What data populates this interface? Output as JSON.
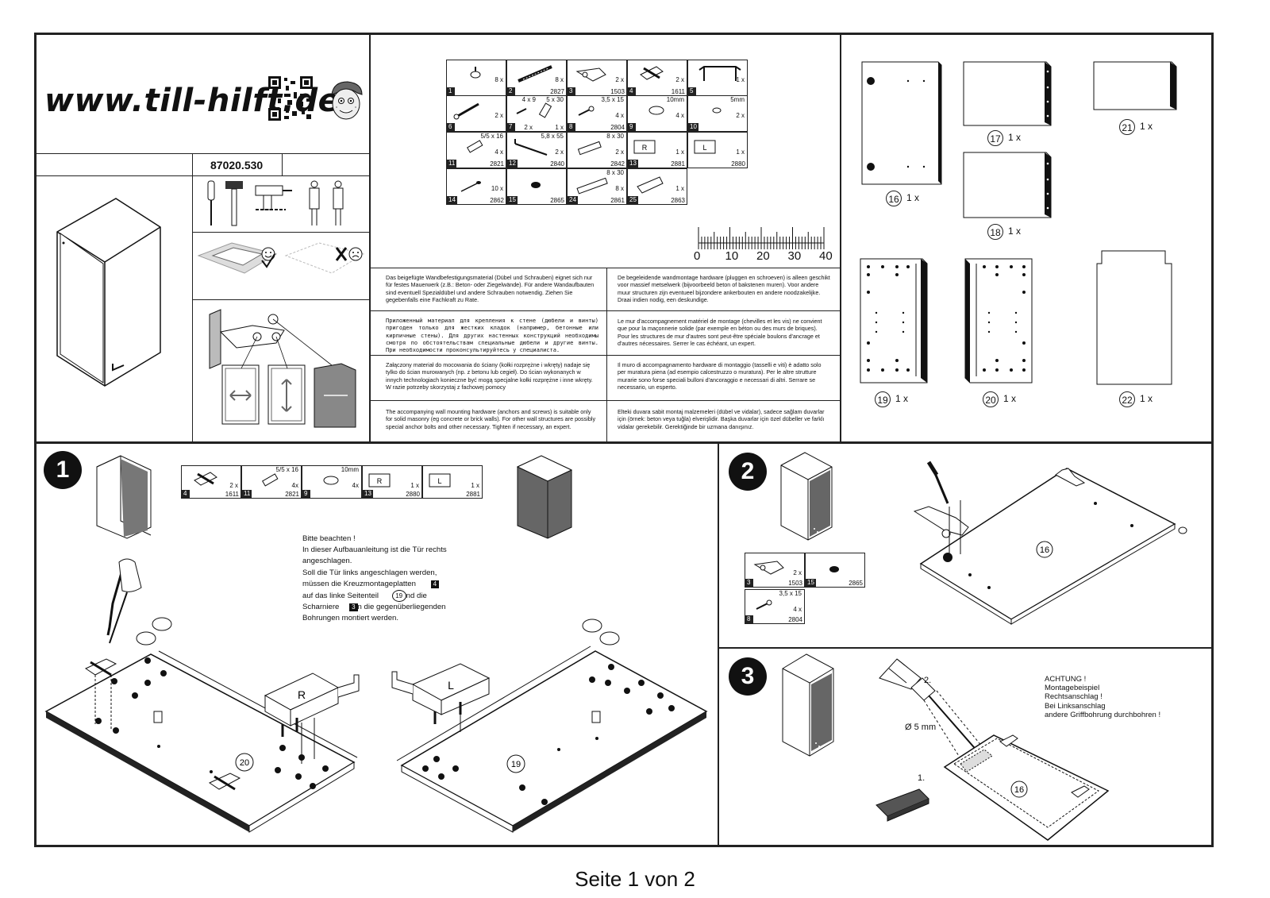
{
  "brand": {
    "url": "www.till-hilft.de"
  },
  "article_number": "87020.530",
  "ruler": {
    "labels": [
      "0",
      "10",
      "20",
      "30",
      "40"
    ]
  },
  "hardware": [
    {
      "num": "1",
      "qty": "8 x",
      "code": "",
      "dim": "",
      "icon": "dowel-cap-icon"
    },
    {
      "num": "2",
      "qty": "8 x",
      "code": "2827",
      "dim": "",
      "icon": "wall-screw-icon"
    },
    {
      "num": "3",
      "qty": "2 x",
      "code": "1503",
      "dim": "",
      "icon": "hinge-icon"
    },
    {
      "num": "4",
      "qty": "2 x",
      "code": "1611",
      "dim": "",
      "icon": "cross-mounting-plate-icon"
    },
    {
      "num": "5",
      "qty": "1 x",
      "code": "",
      "dim": "",
      "icon": "handle-icon"
    },
    {
      "num": "6",
      "qty": "2 x",
      "code": "",
      "dim": "",
      "icon": "long-screw-icon"
    },
    {
      "num": "7",
      "qty": "2 x",
      "qty2": "1 x",
      "code": "",
      "dim": "4 x 9",
      "dim2": "5 x 30",
      "icon": "screw-and-dowel-icon"
    },
    {
      "num": "8",
      "qty": "4 x",
      "code": "2804",
      "dim": "3,5 x 15",
      "icon": "small-screw-icon"
    },
    {
      "num": "9",
      "qty": "4 x",
      "code": "",
      "dim": "10mm",
      "icon": "cap-10mm-icon"
    },
    {
      "num": "10",
      "qty": "2 x",
      "code": "",
      "dim": "5mm",
      "icon": "cap-5mm-icon"
    },
    {
      "num": "11",
      "qty": "4 x",
      "code": "2821",
      "dim": "5/5 x 16",
      "icon": "connector-icon"
    },
    {
      "num": "12",
      "qty": "2 x",
      "code": "2840",
      "dim": "5,8 x 55",
      "icon": "hook-screw-icon"
    },
    {
      "num": "13",
      "qty": "1 x",
      "code": "2881",
      "dim": "",
      "label": "R",
      "icon": "wall-bracket-right-icon"
    },
    {
      "num": "",
      "qty": "1 x",
      "code": "2880",
      "dim": "",
      "label": "L",
      "icon": "wall-bracket-left-icon"
    },
    {
      "num": "14",
      "qty": "10 x",
      "code": "2862",
      "dim": "",
      "icon": "nail-icon"
    },
    {
      "num": "15",
      "qty": "",
      "code": "2865",
      "dim": "",
      "icon": "bumper-icon"
    },
    {
      "num": "24",
      "qty": "8 x",
      "code": "2861",
      "dim": "8 x 30",
      "icon": "wall-plug-icon"
    },
    {
      "num": "25",
      "qty": "1 x",
      "code": "2863",
      "dim": "",
      "icon": "glue-tube-icon"
    },
    {
      "num": "",
      "qty": "2 x",
      "code": "2842",
      "dim": "8 x 30",
      "icon": "anchor-icon"
    }
  ],
  "wall_notes": [
    {
      "lang": "de",
      "text": "Das beigefügte Wandbefestigungsmaterial (Dübel und Schrauben) eignet sich nur für festes Mauerwerk (z.B.: Beton- oder Ziegelwände). Für andere Wandaufbauten sind eventuell Spezialdübel und andere Schrauben notwendig. Ziehen Sie gegebenfalls eine Fachkraft zu Rate."
    },
    {
      "lang": "nl",
      "text": "De begeleidende wandmontage hardware (pluggen en schroeven) is alleen geschikt voor massief metselwerk (bijvoorbeeld beton of bakstenen muren). Voor andere muur structuren zijn eventueel bijzondere ankerbouten en andere noodzakelijke. Draai indien nodig, een deskundige."
    },
    {
      "lang": "ru",
      "text": "Приложенный материал для крепления к стене (дюбели и винты) пригоден только для жестких кладок (например, бетонные или кирпичные стены). Для других настенных конструкций необходимы смотря по обстоятельствам специальные дюбели и другие винты. При необходимости проконсультируйтесь у специалиста."
    },
    {
      "lang": "fr",
      "text": "Le mur d'accompagnement matériel de montage (chevilles et les vis) ne convient que pour la maçonnerie solide (par exemple en béton ou des murs de briques). Pour les structures de mur d'autres sont peut-être spéciale boulons d'ancrage et d'autres nécessaires. Serrer le cas échéant, un expert."
    },
    {
      "lang": "pl",
      "text": "Załączony materiał do mocowania do ściany (kołki rozprężne i wkręty) nadaje się tylko do ścian murowanych (np. z betonu lub cegieł). Do ścian wykonanych w innych technologiach konieczne być mogą specjalne kołki rozprężne i inne wkręty. W razie potrzeby skorzystaj z fachowej pomocy"
    },
    {
      "lang": "it",
      "text": "Il muro di accompagnamento hardware di montaggio (tasselli e viti) è adatto solo per muratura piena (ad esempio calcestruzzo o muratura). Per le altre strutture murarie sono forse speciali bulloni d'ancoraggio e necessari di altri. Serrare se necessario, un esperto."
    },
    {
      "lang": "en",
      "text": "The accompanying wall mounting hardware (anchors and screws) is suitable only for solid masonry (eg concrete or brick walls). For other wall structures are possibly special anchor bolts and other necessary. Tighten if necessary, an expert."
    },
    {
      "lang": "tr",
      "text": "Elteki duvara sabit montaj malzemeleri (dübel ve vidalar), sadece sağlam duvarlar için (örnek: beton veya tuğla) elverişlidir. Başka duvarlar için özel dübeller ve farklı vidalar gerekebilir. Gerektiğinde bir uzmana danışınız."
    }
  ],
  "parts": [
    {
      "id": "16",
      "qty": "1 x"
    },
    {
      "id": "17",
      "qty": "1 x"
    },
    {
      "id": "21",
      "qty": "1 x"
    },
    {
      "id": "18",
      "qty": "1 x"
    },
    {
      "id": "19",
      "qty": "1 x"
    },
    {
      "id": "20",
      "qty": "1 x"
    },
    {
      "id": "22",
      "qty": "1 x"
    }
  ],
  "step1": {
    "number": "1",
    "note_lines": [
      "Bitte beachten !",
      "In dieser Aufbauanleitung ist die Tür rechts",
      "angeschlagen.",
      "Soll  die Tür links angeschlagen werden,",
      "müssen die Kreuzmontageplatten",
      "auf das linke Seitenteil",
      "nd die",
      "Scharniere",
      "n die gegenüberliegenden",
      "Bohrungen montiert werden."
    ],
    "note_refs": [
      "4",
      "19",
      "3"
    ],
    "parts": [
      {
        "num": "4",
        "qty": "2 x",
        "code": "1611",
        "dim": ""
      },
      {
        "num": "11",
        "qty": "4x",
        "code": "2821",
        "dim": "5/5 x 16"
      },
      {
        "num": "9",
        "qty": "4x",
        "code": "",
        "dim": "10mm"
      },
      {
        "num": "13",
        "qty": "1 x",
        "code": "2880",
        "dim": "",
        "label": "R"
      },
      {
        "num": "",
        "qty": "1 x",
        "code": "2881",
        "dim": "",
        "label": "L"
      }
    ],
    "panel_labels": [
      "20",
      "19"
    ],
    "bracket_labels": [
      "R",
      "L"
    ]
  },
  "step2": {
    "number": "2",
    "parts": [
      {
        "num": "3",
        "qty": "2 x",
        "code": "1503",
        "dim": ""
      },
      {
        "num": "15",
        "qty": "",
        "code": "2865",
        "dim": ""
      },
      {
        "num": "8",
        "qty": "4 x",
        "code": "2804",
        "dim": "3,5 x 15"
      }
    ],
    "panel_label": "16"
  },
  "step3": {
    "number": "3",
    "warning_lines": [
      "ACHTUNG !",
      "Montagebeispiel",
      "Rechtsanschlag !",
      "Bei Linksanschlag",
      "andere Griffbohrung durchbohren !"
    ],
    "drill_label": "Ø 5 mm",
    "step_labels": [
      "1.",
      "2."
    ],
    "panel_label": "16"
  },
  "footer": "Seite 1 von 2"
}
